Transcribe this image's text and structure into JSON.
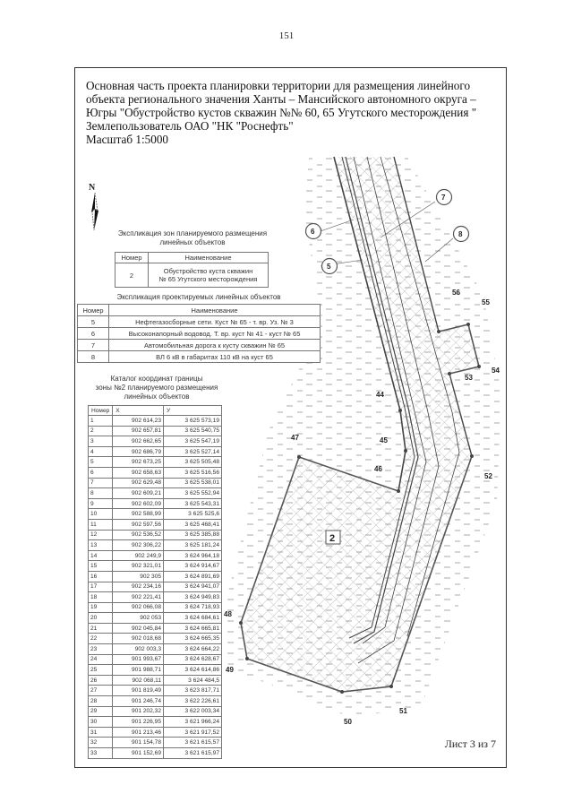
{
  "page_number": "151",
  "title": {
    "lines": [
      "Основная часть проекта планировки территории для размещения линейного",
      "объекта регионального значения Ханты – Мансийского автономного округа –",
      "Югры \"Обустройство кустов скважин №№ 60, 65 Угутского месторождения \"",
      "Землепользователь ОАО \"НК \"Роснефть\"",
      "Масштаб 1:5000"
    ]
  },
  "north_label": "N",
  "zones_table": {
    "caption": [
      "Экспликация зон планируемого размещения",
      "линейных объектов"
    ],
    "headers": [
      "Номер",
      "Наименование"
    ],
    "rows": [
      {
        "num": "2",
        "name": [
          "Обустройство куста скважин",
          "№ 65 Угутского месторождения"
        ]
      }
    ]
  },
  "linear_table": {
    "caption": "Экспликация проектируемых линейных объектов",
    "headers": [
      "Номер",
      "Наименование"
    ],
    "rows": [
      {
        "num": "5",
        "name": "Нефтегазосборные сети. Куст № 65 - т. вр. Уз. № 3"
      },
      {
        "num": "6",
        "name": "Высоконапорный водовод. Т. вр. куст № 41 - куст № 65"
      },
      {
        "num": "7",
        "name": "Автомобильная дорога к кусту скважин № 65"
      },
      {
        "num": "8",
        "name": "ВЛ 6 кВ в габаритах 110 кВ на куст 65"
      }
    ]
  },
  "catalog": {
    "caption": [
      "Каталог координат границы",
      "зоны №2 планируемого размещения",
      "линейных объектов"
    ],
    "headers": [
      "Номер",
      "X",
      "У"
    ],
    "rows": [
      [
        "1",
        "902 614,23",
        "3 625 573,19"
      ],
      [
        "2",
        "902 657,81",
        "3 625 540,75"
      ],
      [
        "3",
        "902 662,65",
        "3 625 547,19"
      ],
      [
        "4",
        "902 686,79",
        "3 625 527,14"
      ],
      [
        "5",
        "902 673,25",
        "3 625 505,48"
      ],
      [
        "6",
        "902 658,63",
        "3 625 516,56"
      ],
      [
        "7",
        "902 629,48",
        "3 625 538,01"
      ],
      [
        "8",
        "902 609,21",
        "3 625 552,94"
      ],
      [
        "9",
        "902 602,09",
        "3 625 543,31"
      ],
      [
        "10",
        "902 588,99",
        "3 625 525,6"
      ],
      [
        "11",
        "902 597,56",
        "3 625 468,41"
      ],
      [
        "12",
        "902 536,52",
        "3 625 385,88"
      ],
      [
        "13",
        "902 306,22",
        "3 625 181,24"
      ],
      [
        "14",
        "902 249,9",
        "3 624 964,18"
      ],
      [
        "15",
        "902 321,01",
        "3 624 914,67"
      ],
      [
        "16",
        "902 305",
        "3 624 891,69"
      ],
      [
        "17",
        "902 234,16",
        "3 624 941,07"
      ],
      [
        "18",
        "902 221,41",
        "3 624 949,83"
      ],
      [
        "19",
        "902 066,08",
        "3 624 718,93"
      ],
      [
        "20",
        "902 053",
        "3 624 684,61"
      ],
      [
        "21",
        "902 045,84",
        "3 624 665,81"
      ],
      [
        "22",
        "902 018,68",
        "3 624 665,35"
      ],
      [
        "23",
        "902 003,3",
        "3 624 664,22"
      ],
      [
        "24",
        "901 993,67",
        "3 624 628,67"
      ],
      [
        "25",
        "901 988,71",
        "3 624 614,86"
      ],
      [
        "26",
        "902 068,11",
        "3 624 484,5"
      ],
      [
        "27",
        "901 819,49",
        "3 623 817,71"
      ],
      [
        "28",
        "901 246,74",
        "3 622 226,61"
      ],
      [
        "29",
        "901 202,32",
        "3 622 003,34"
      ],
      [
        "30",
        "901 226,95",
        "3 621 966,24"
      ],
      [
        "31",
        "901 213,46",
        "3 621 917,52"
      ],
      [
        "32",
        "901 154,78",
        "3 621 615,57"
      ],
      [
        "33",
        "901 152,69",
        "3 621 615,97"
      ]
    ]
  },
  "map": {
    "object_callouts": [
      "5",
      "6",
      "7",
      "8"
    ],
    "zone_label": "2",
    "boundary_points": [
      {
        "label": "44"
      },
      {
        "label": "45"
      },
      {
        "label": "46"
      },
      {
        "label": "47"
      },
      {
        "label": "48"
      },
      {
        "label": "49"
      },
      {
        "label": "50"
      },
      {
        "label": "51"
      },
      {
        "label": "52"
      },
      {
        "label": "53"
      },
      {
        "label": "54"
      },
      {
        "label": "55"
      },
      {
        "label": "56"
      }
    ]
  },
  "sheet_label": "Лист 3 из 7"
}
